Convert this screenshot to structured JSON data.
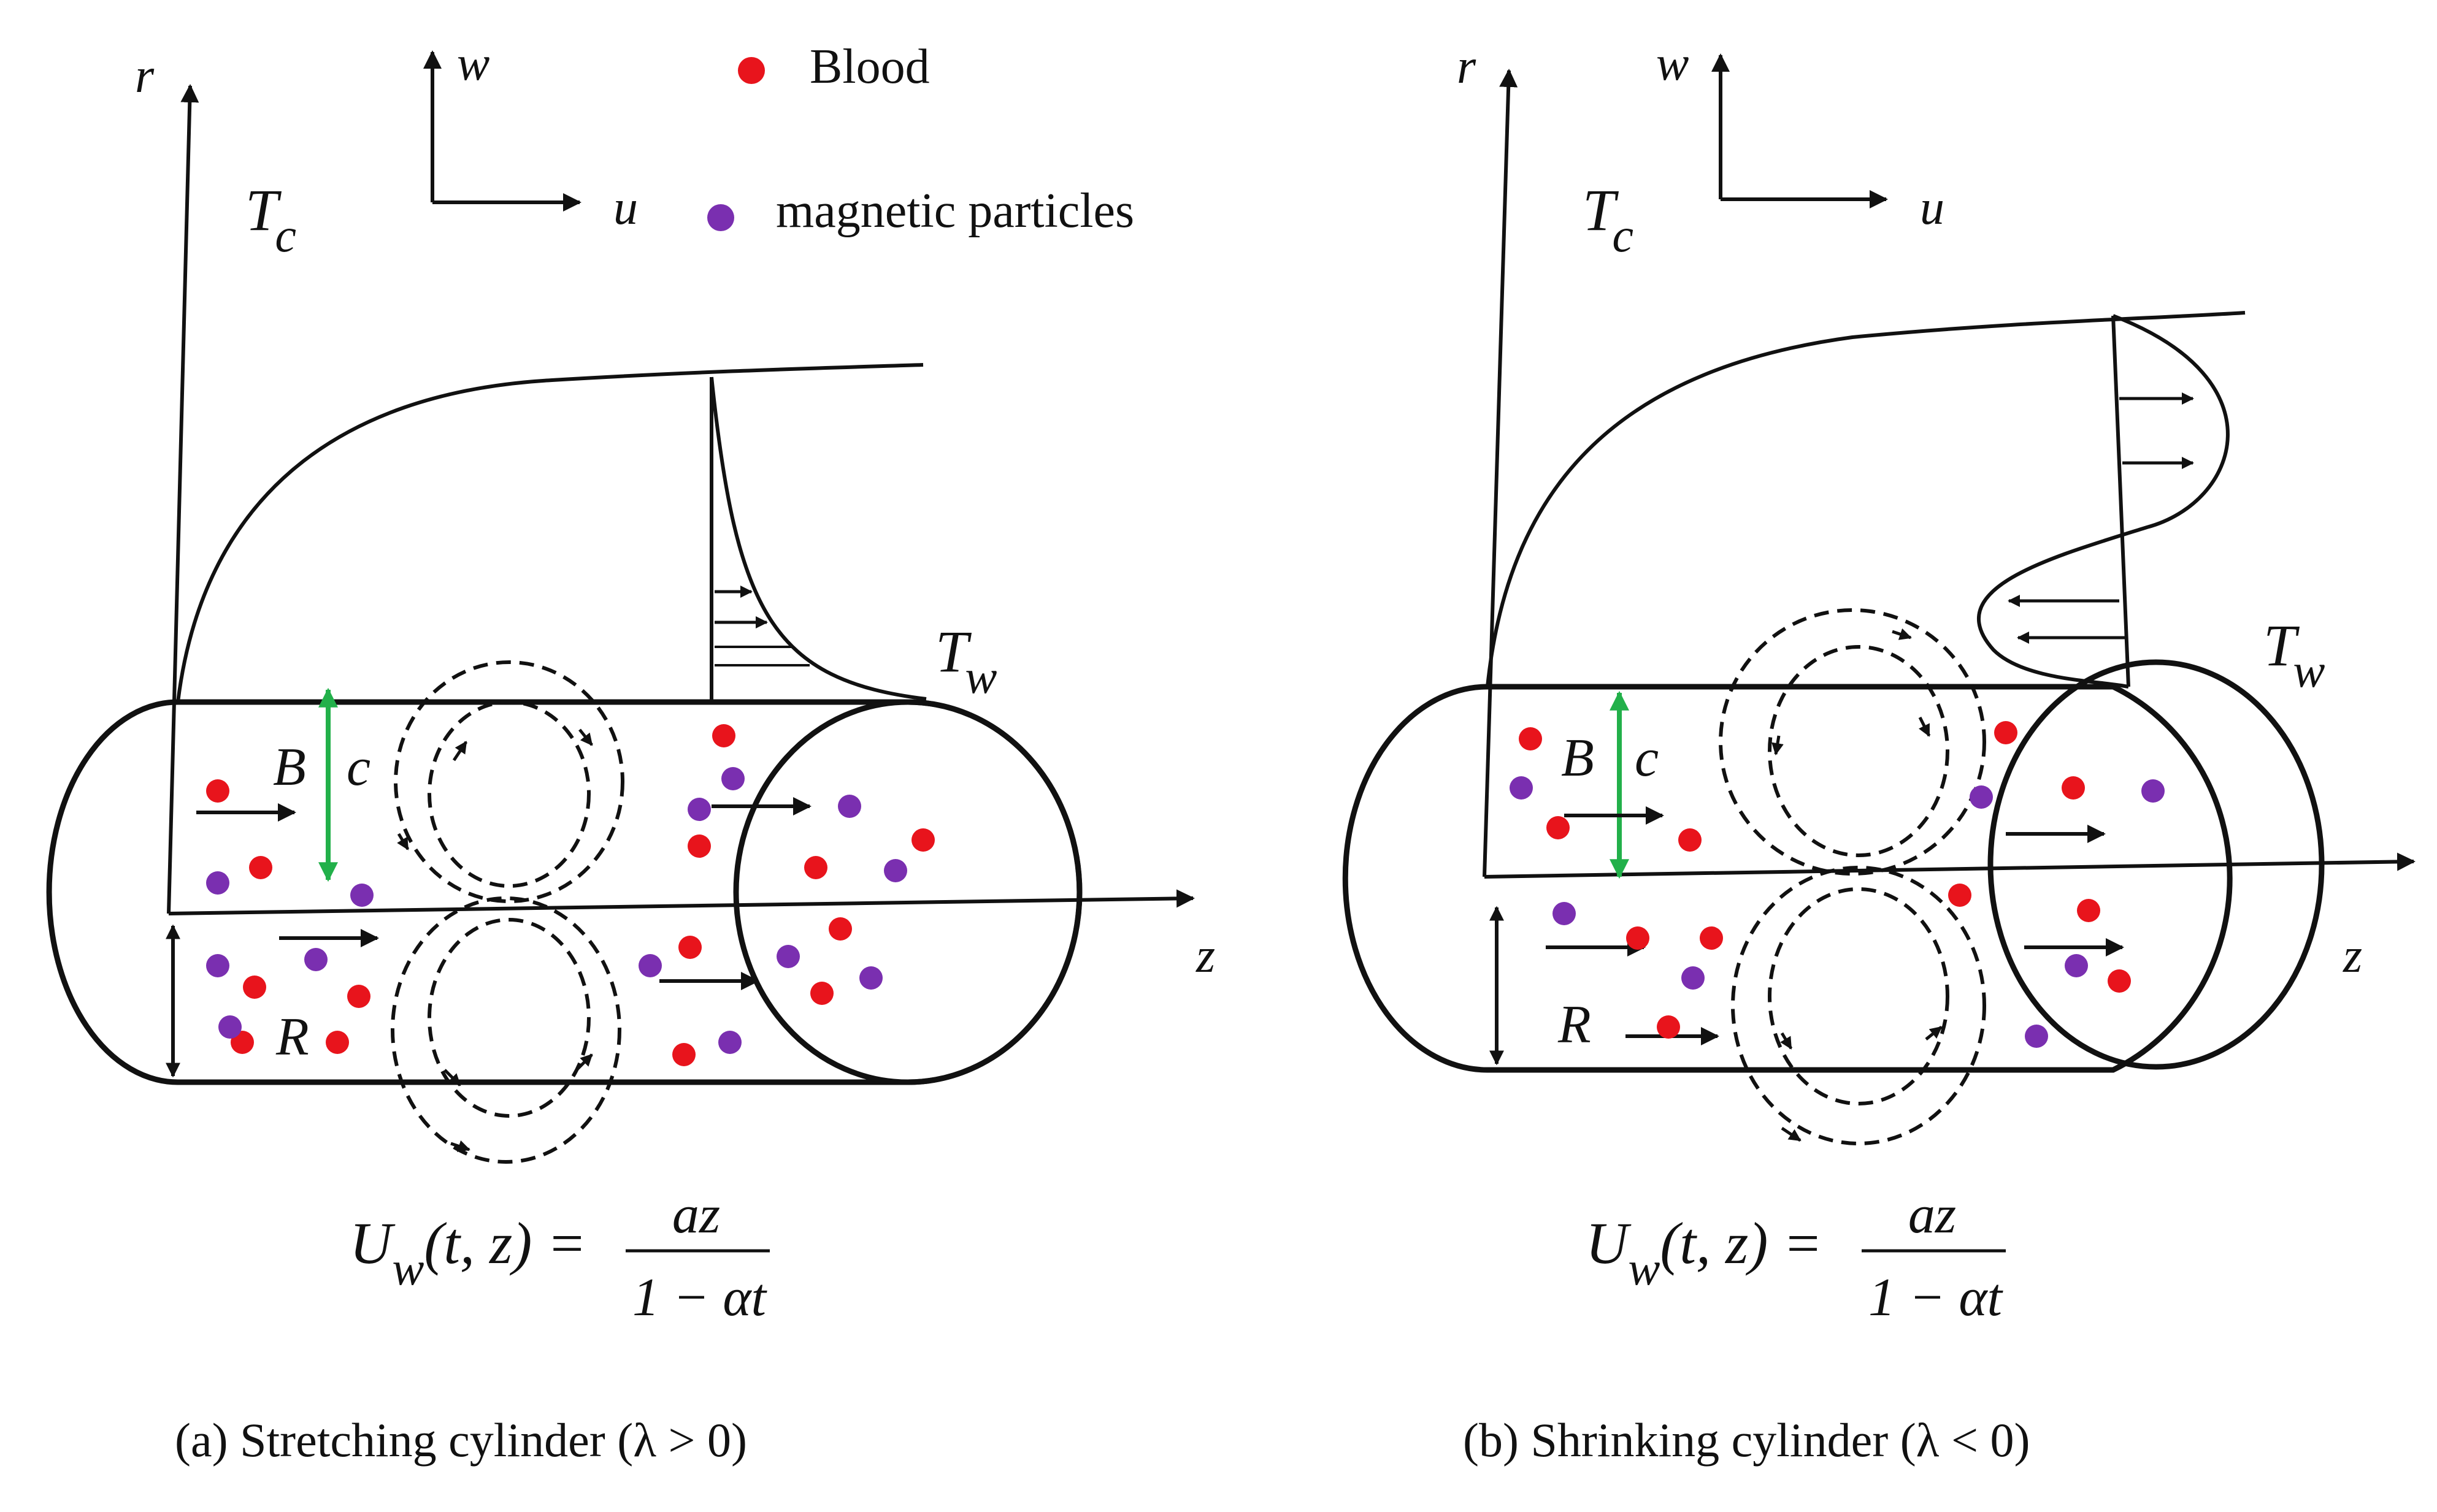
{
  "legend": {
    "blood_label": "Blood",
    "particles_label": "magnetic particles",
    "blood_color": "#e8141c",
    "particle_color": "#7a2fb0"
  },
  "axes": {
    "r": "r",
    "w": "w",
    "u": "u",
    "z": "z"
  },
  "symbols": {
    "tc_main": "T",
    "tc_sub": "c",
    "tw_main": "T",
    "tw_sub": "w",
    "B": "B",
    "c": "c",
    "R": "R"
  },
  "field_color": "#22b04a",
  "formula": {
    "lhs_U": "U",
    "lhs_sub": "w",
    "lhs_args": "(t, z) =",
    "num": "az",
    "den": "1 − αt"
  },
  "captions": {
    "a": "(a)  Stretching cylinder (λ > 0)",
    "b": "(b) Shrinking cylinder (λ < 0)"
  }
}
